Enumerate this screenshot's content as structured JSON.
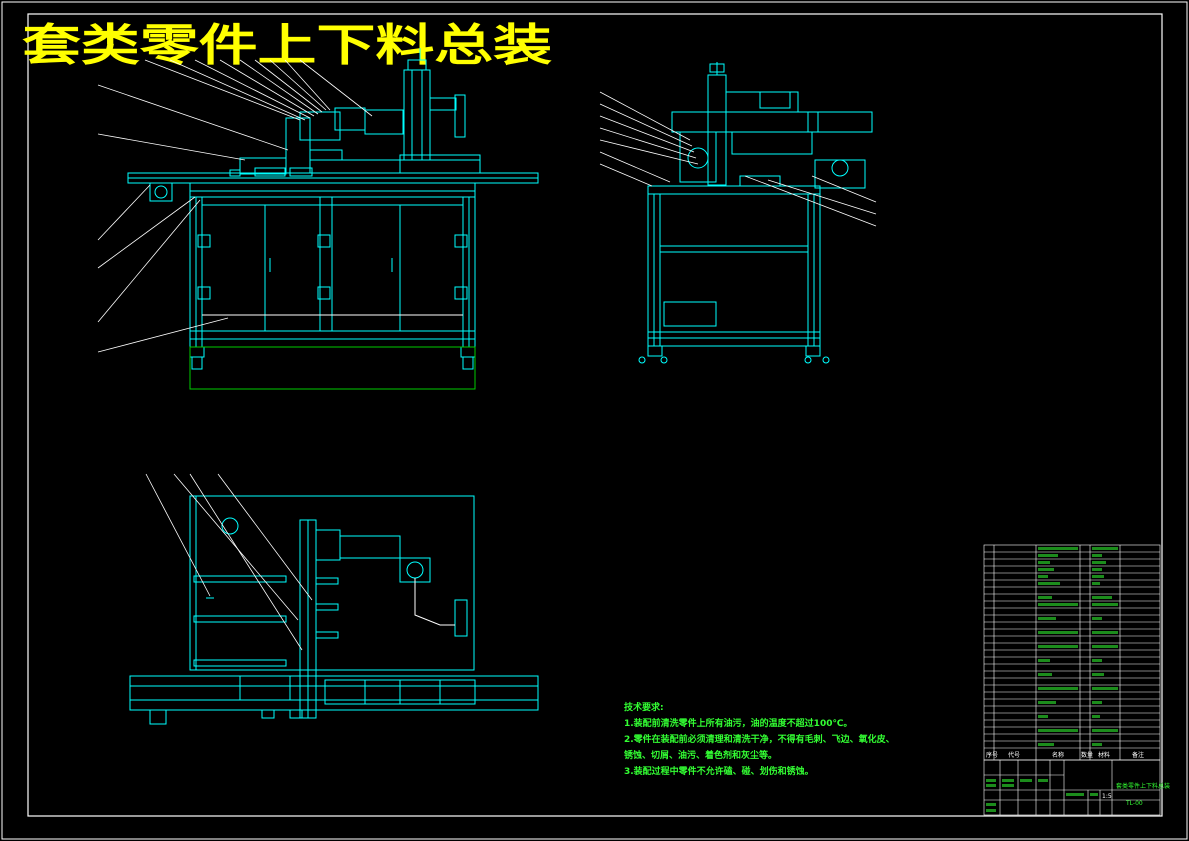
{
  "drawing": {
    "title": "套类零件上下料总装"
  },
  "technical_requirements": {
    "heading": "技术要求:",
    "lines": [
      "1.装配前清洗零件上所有油污，油的温度不超过100℃。",
      "2.零件在装配前必须清理和清洗干净，不得有毛刺、飞边、氧化皮、",
      "锈蚀、切屑、油污、着色剂和灰尘等。",
      "3.装配过程中零件不允许磕、碰、划伤和锈蚀。"
    ]
  },
  "parts_list": {
    "header": [
      "序号",
      "代号",
      "名称",
      "数量",
      "材料",
      "备注"
    ]
  },
  "title_block": {
    "drawing_name": "套类零件上下料总装",
    "drawing_number": "TL-00",
    "scale": "1:5"
  },
  "colors": {
    "background": "#000000",
    "frame": "#ffffff",
    "outline": "#00ffff",
    "title": "#ffff00",
    "notes": "#33ff33",
    "leaders": "#ffffff",
    "floor_box": "#00cc00"
  }
}
